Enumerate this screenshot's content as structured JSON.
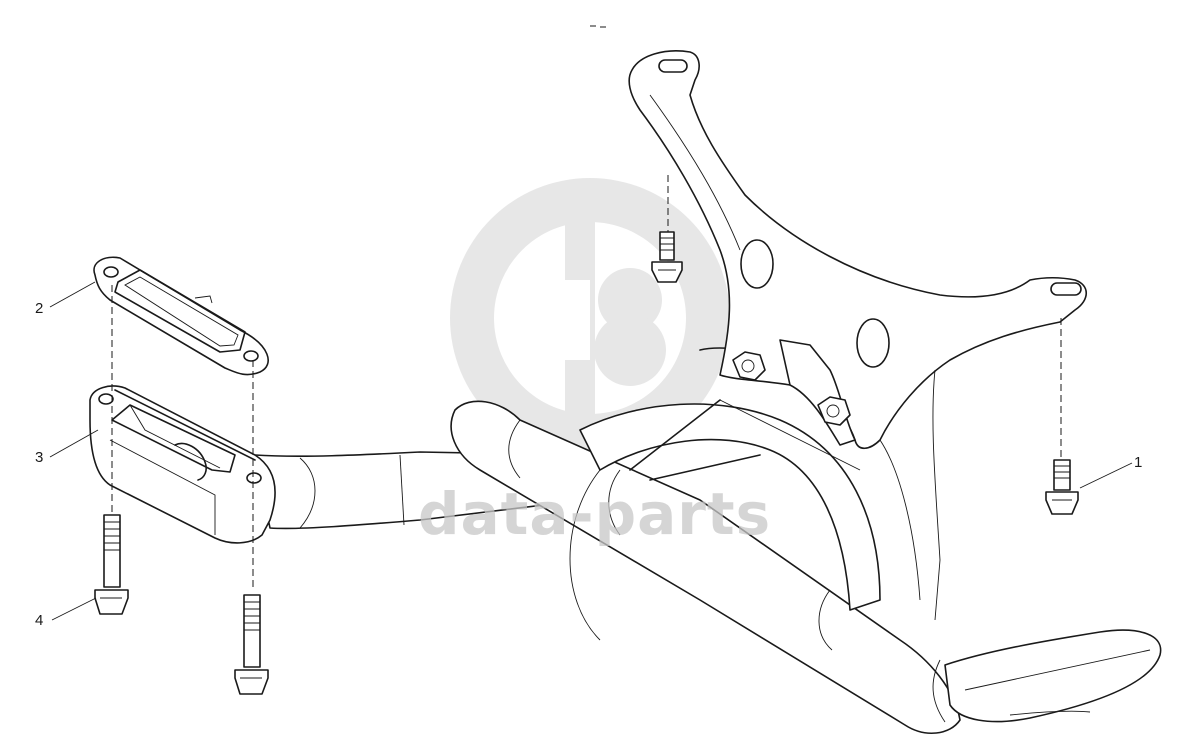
{
  "callouts": [
    {
      "id": "1",
      "label": "1"
    },
    {
      "id": "2",
      "label": "2"
    },
    {
      "id": "3",
      "label": "3"
    },
    {
      "id": "4",
      "label": "4"
    }
  ],
  "watermark": {
    "text": "data-parts",
    "color": "#c8c8c8"
  },
  "colors": {
    "line": "#1a1a1a",
    "background": "#ffffff"
  }
}
